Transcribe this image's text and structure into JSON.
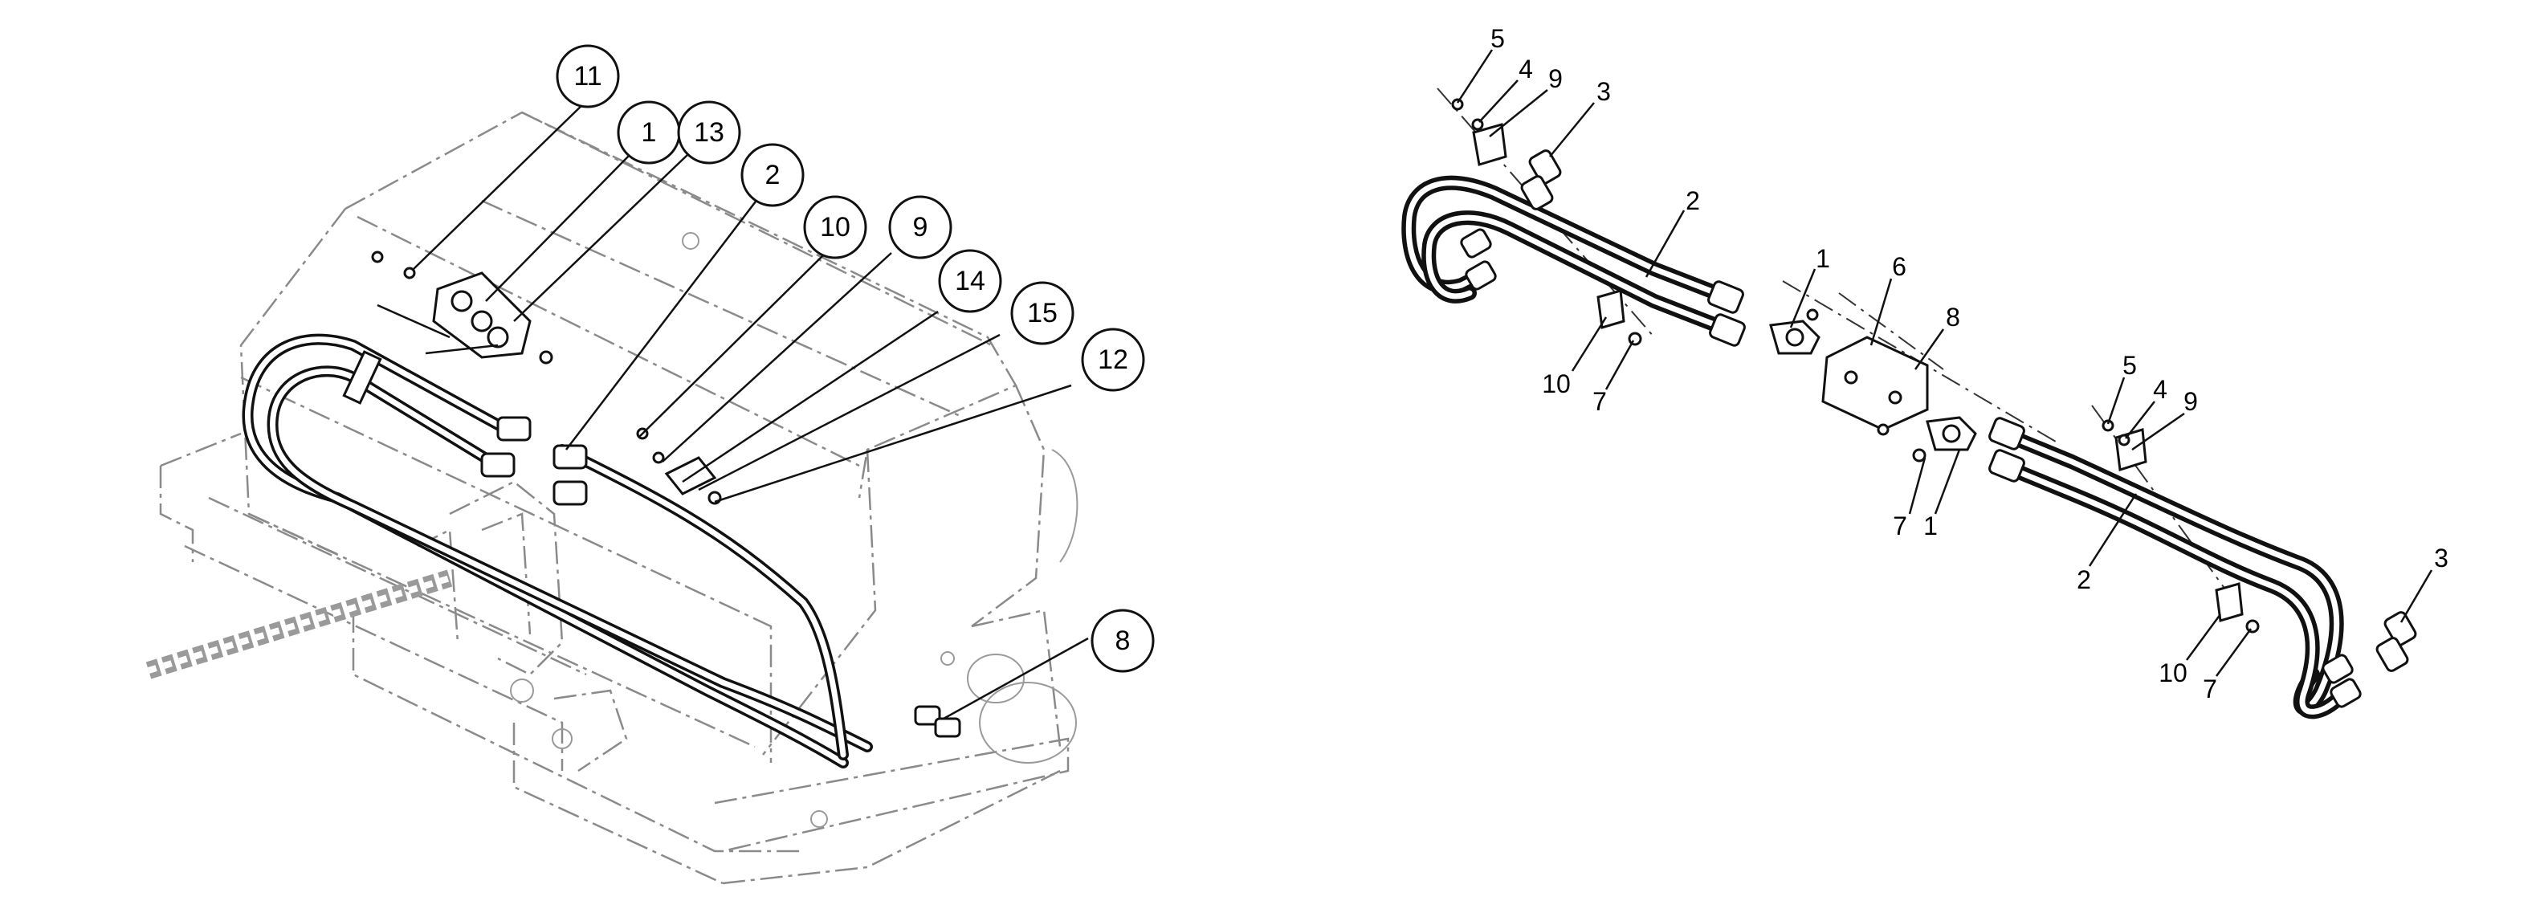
{
  "left_view": {
    "callouts": [
      {
        "id": "c11",
        "label": "11"
      },
      {
        "id": "c1",
        "label": "1"
      },
      {
        "id": "c13",
        "label": "13"
      },
      {
        "id": "c2",
        "label": "2"
      },
      {
        "id": "c10",
        "label": "10"
      },
      {
        "id": "c9",
        "label": "9"
      },
      {
        "id": "c14",
        "label": "14"
      },
      {
        "id": "c15",
        "label": "15"
      },
      {
        "id": "c12",
        "label": "12"
      },
      {
        "id": "c8",
        "label": "8"
      }
    ]
  },
  "right_view": {
    "labels": [
      {
        "id": "r5a",
        "label": "5"
      },
      {
        "id": "r4a",
        "label": "4"
      },
      {
        "id": "r9a",
        "label": "9"
      },
      {
        "id": "r3a",
        "label": "3"
      },
      {
        "id": "r2a",
        "label": "2"
      },
      {
        "id": "r1a",
        "label": "1"
      },
      {
        "id": "r6",
        "label": "6"
      },
      {
        "id": "r8",
        "label": "8"
      },
      {
        "id": "r10a",
        "label": "10"
      },
      {
        "id": "r7a",
        "label": "7"
      },
      {
        "id": "r7b",
        "label": "7"
      },
      {
        "id": "r1b",
        "label": "1"
      },
      {
        "id": "r5b",
        "label": "5"
      },
      {
        "id": "r4b",
        "label": "4"
      },
      {
        "id": "r9b",
        "label": "9"
      },
      {
        "id": "r2b",
        "label": "2"
      },
      {
        "id": "r3b",
        "label": "3"
      },
      {
        "id": "r10b",
        "label": "10"
      },
      {
        "id": "r7c",
        "label": "7"
      }
    ]
  }
}
